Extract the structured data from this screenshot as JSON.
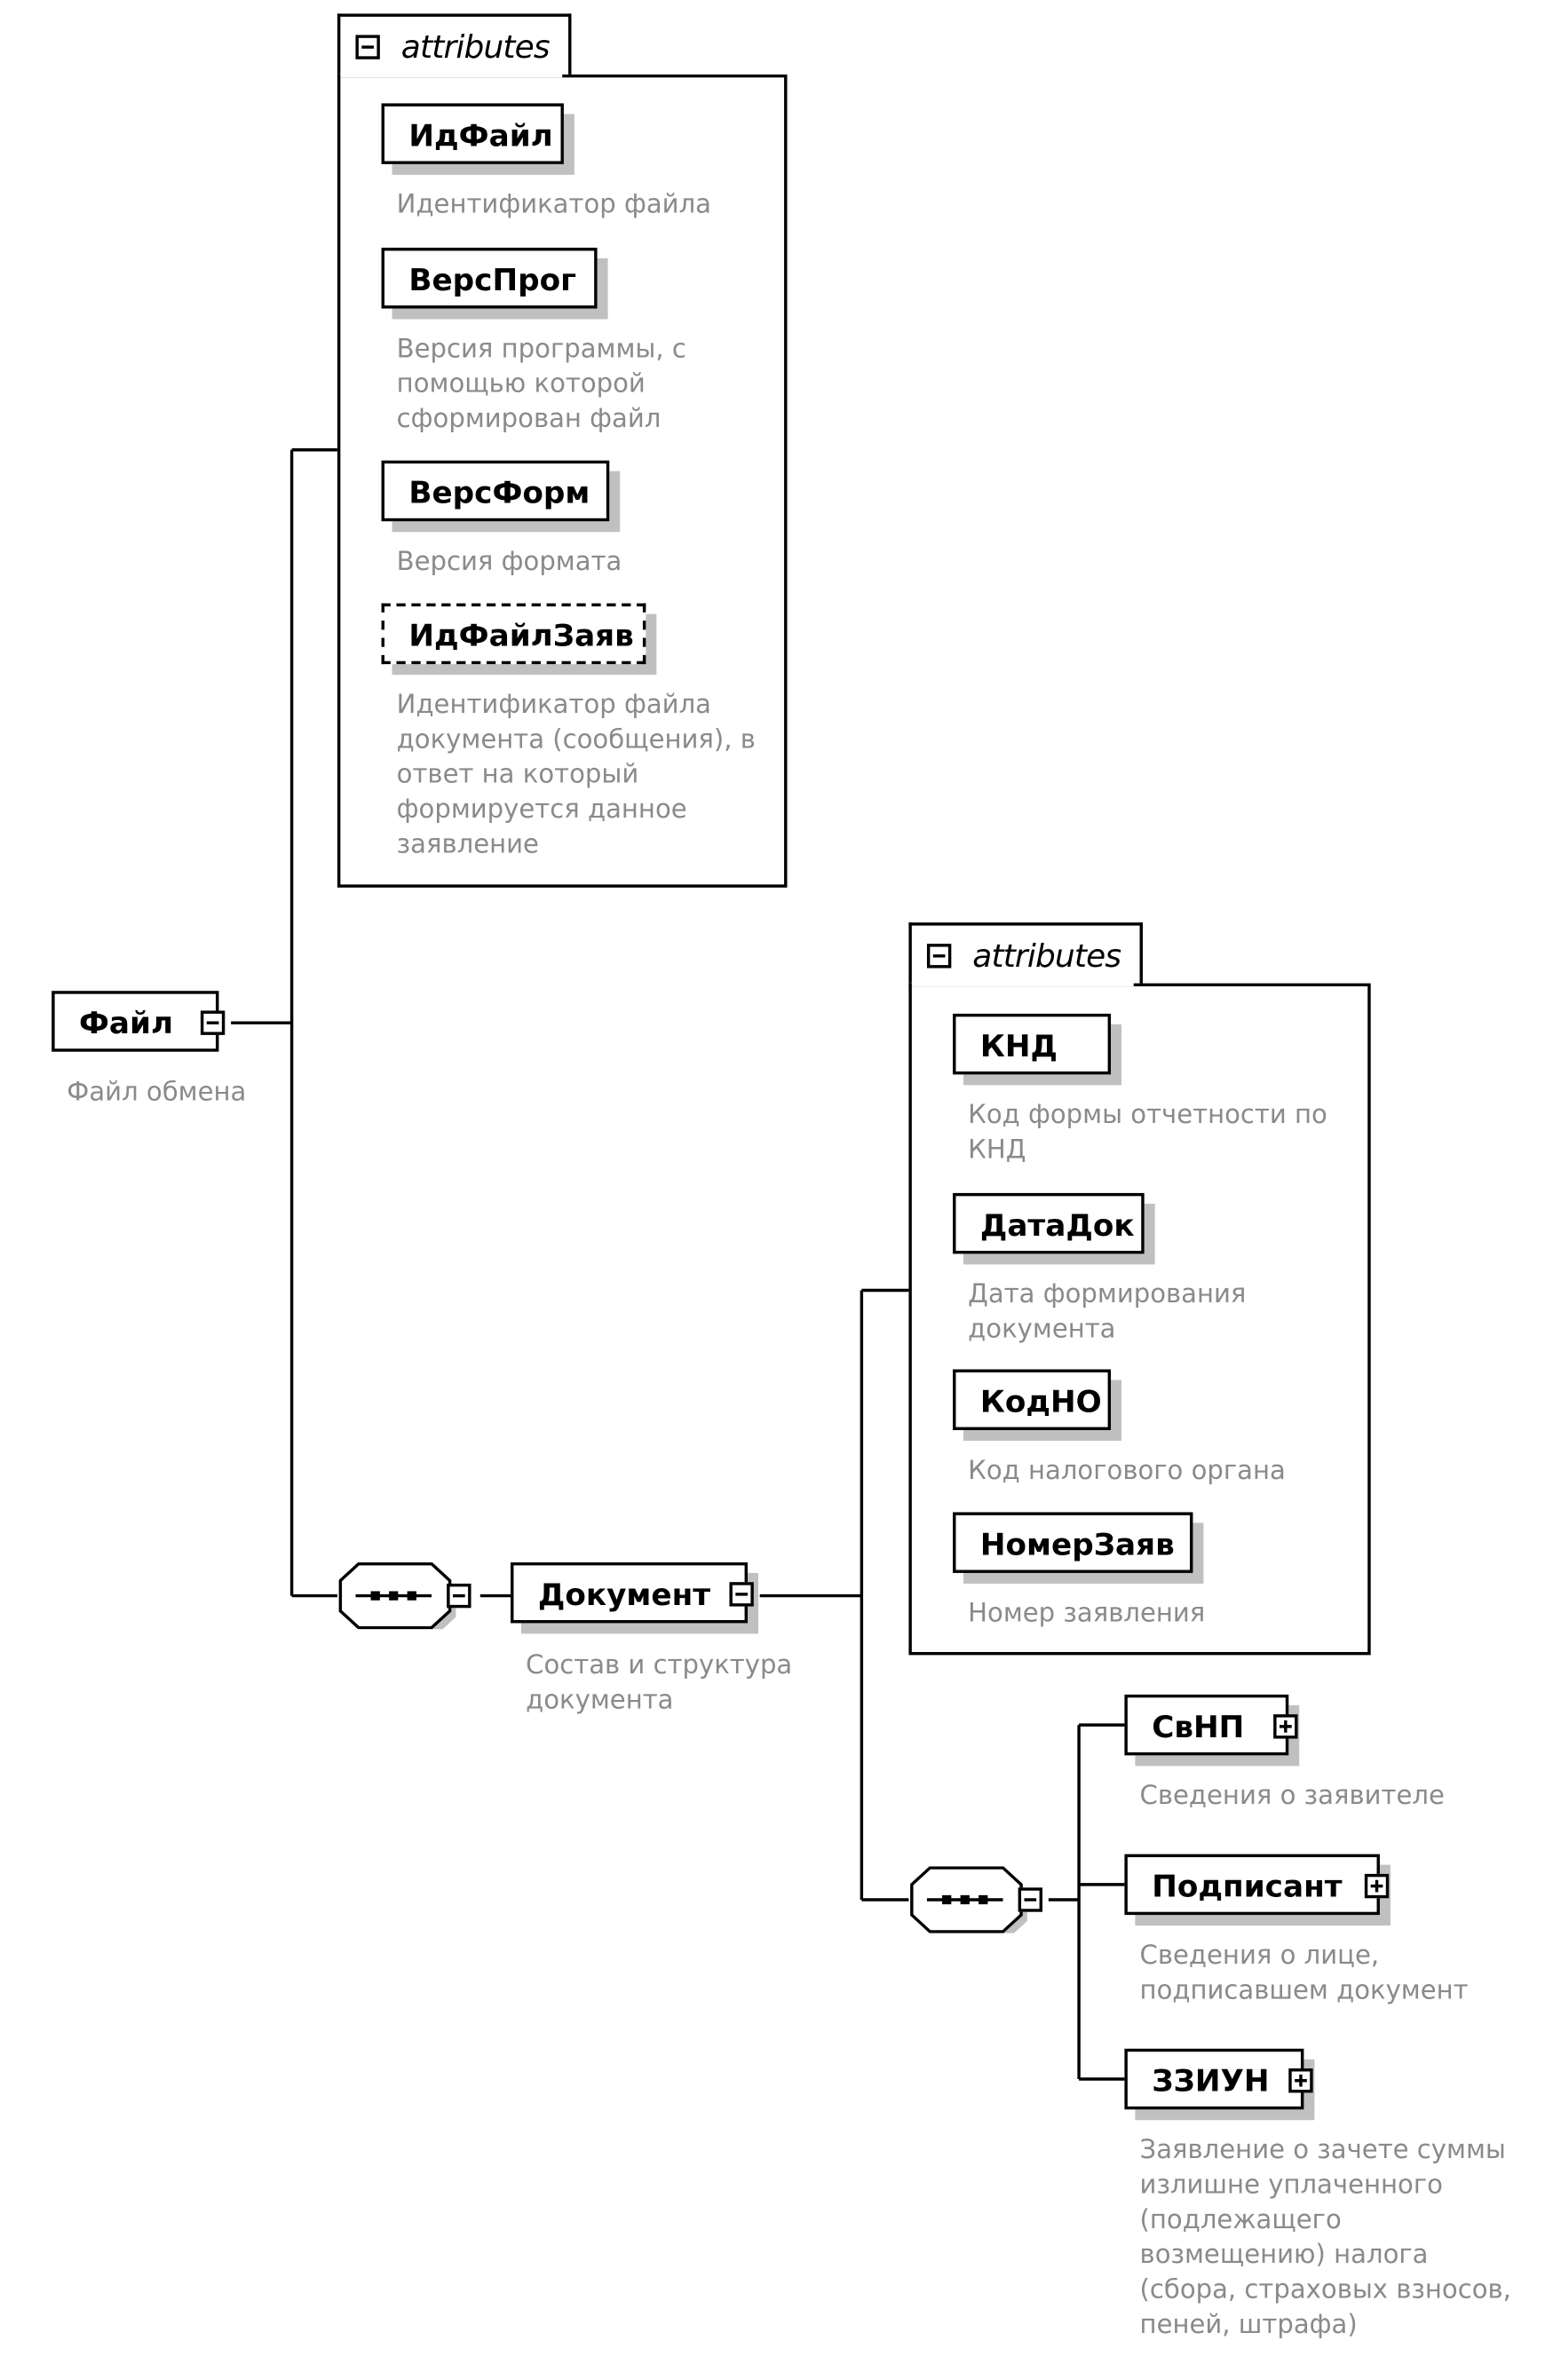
{
  "root": {
    "label": "Файл",
    "description": "Файл обмена"
  },
  "file_attributes": {
    "tab_label": "attributes",
    "items": [
      {
        "label": "ИдФайл",
        "description": "Идентификатор файла",
        "optional": false
      },
      {
        "label": "ВерсПрог",
        "description": "Версия программы, с\nпомощью которой\nсформирован файл",
        "optional": false
      },
      {
        "label": "ВерсФорм",
        "description": "Версия формата",
        "optional": false
      },
      {
        "label": "ИдФайлЗаяв",
        "description": "Идентификатор файла\nдокумента (сообщения), в\nответ на который\nформируется данное\nзаявление",
        "optional": true
      }
    ]
  },
  "document": {
    "label": "Документ",
    "description": "Состав и структура\nдокумента"
  },
  "document_attributes": {
    "tab_label": "attributes",
    "items": [
      {
        "label": "КНД",
        "description": "Код формы отчетности по\nКНД"
      },
      {
        "label": "ДатаДок",
        "description": "Дата формирования\nдокумента"
      },
      {
        "label": "КодНО",
        "description": "Код налогового органа"
      },
      {
        "label": "НомерЗаяв",
        "description": "Номер заявления"
      }
    ]
  },
  "document_children": [
    {
      "label": "СвНП",
      "description": "Сведения о заявителе"
    },
    {
      "label": "Подписант",
      "description": "Сведения о лице,\nподписавшем документ"
    },
    {
      "label": "ЗЗИУН",
      "description": "Заявление о зачете суммы\nизлишне уплаченного\n(подлежащего\nвозмещению) налога\n(сбора, страховых взносов,\nпеней, штрафа)"
    }
  ]
}
